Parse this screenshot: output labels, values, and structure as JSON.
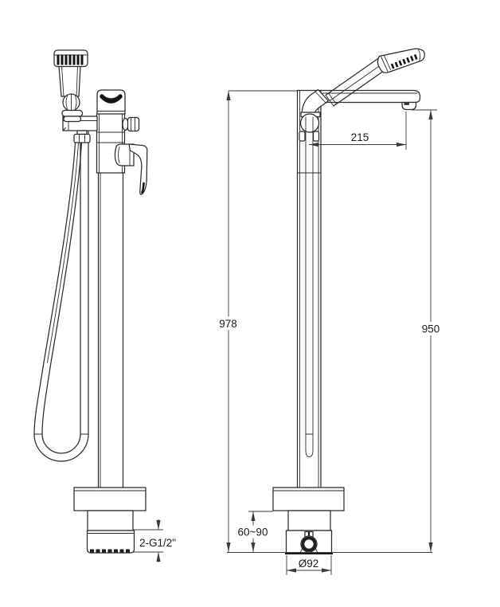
{
  "drawing": {
    "background": "#ffffff",
    "line_color": "#2b2b2b",
    "dimension_color": "#3a3a3a"
  },
  "dimensions": {
    "spout_reach": "215",
    "overall_height": "978",
    "outlet_height": "950",
    "mounting_depth_range": "60~90",
    "base_diameter": "Ø92",
    "inlet_connections": "2-G1/2\""
  }
}
